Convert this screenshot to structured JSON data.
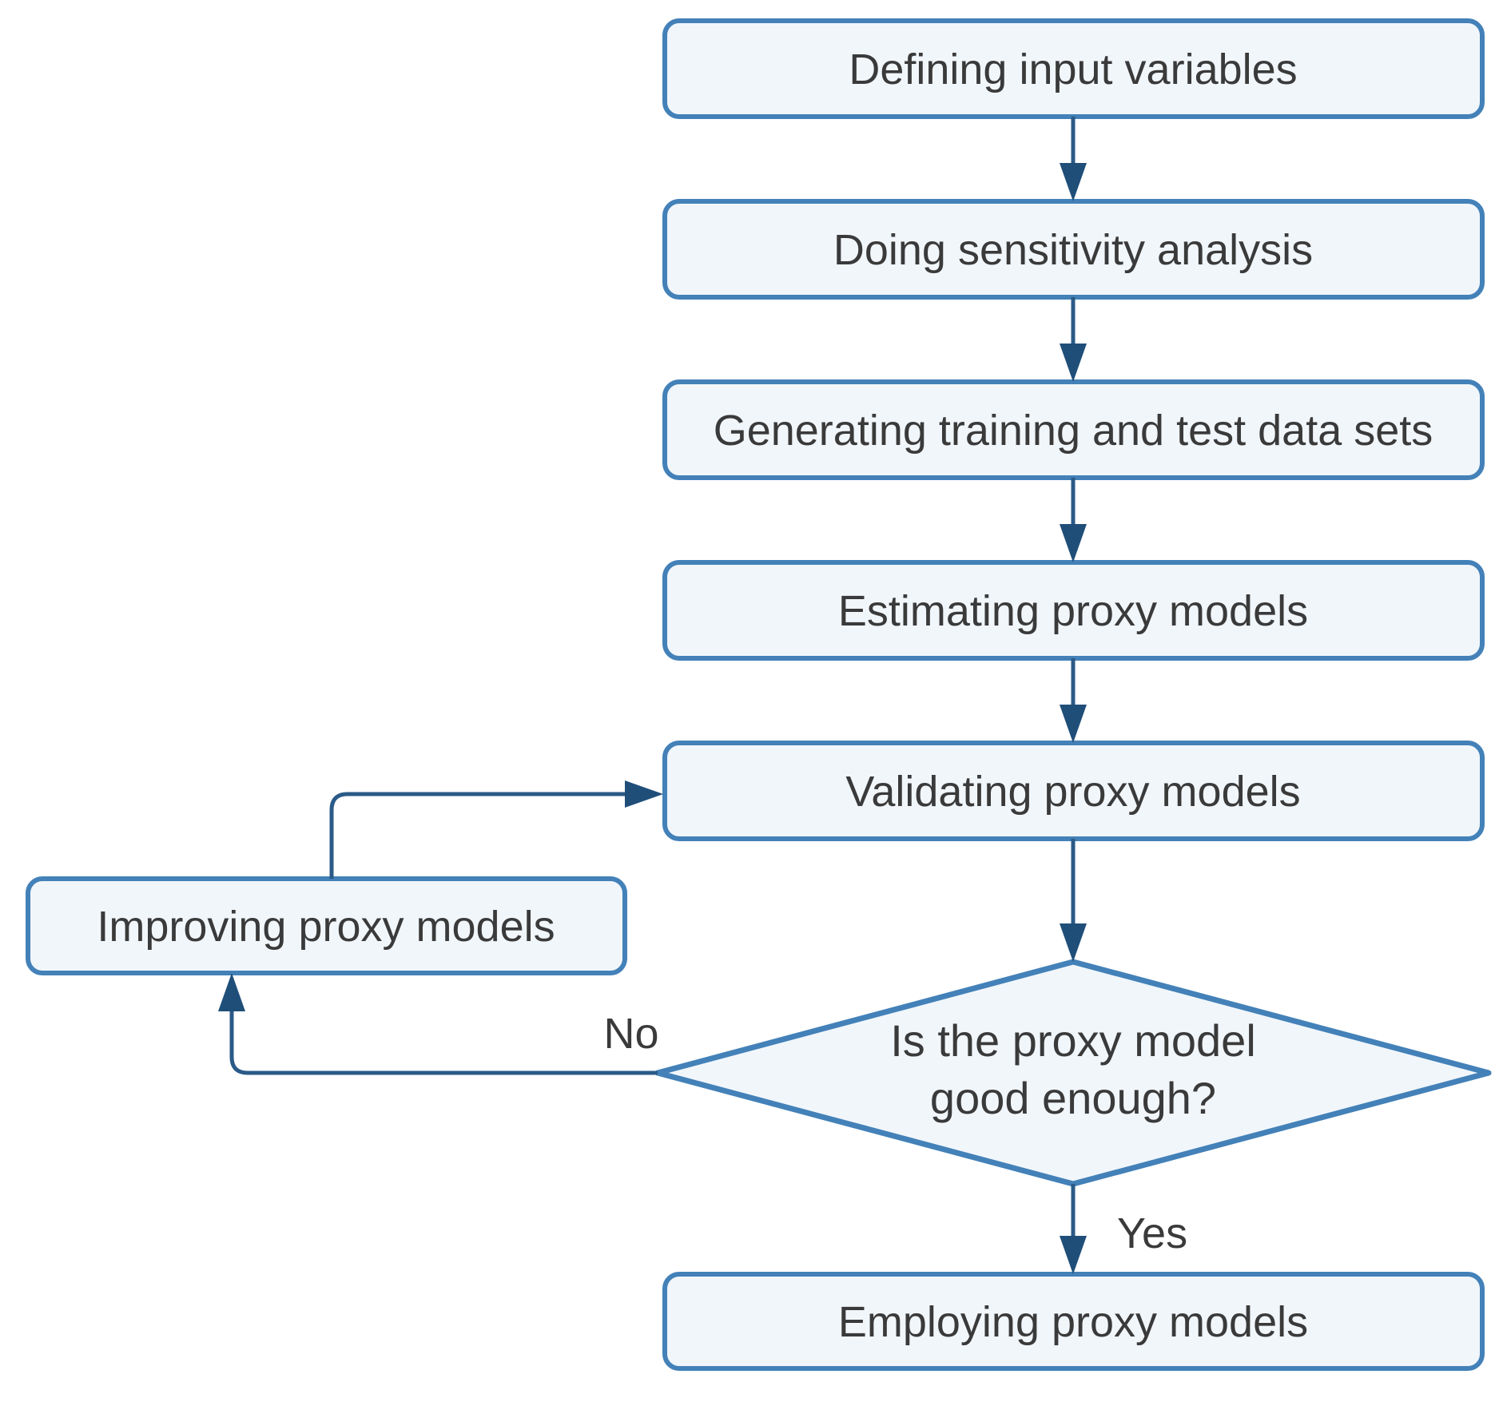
{
  "diagram": {
    "title": "Proxy model workflow flowchart",
    "colors": {
      "node_fill": "#f1f6fb",
      "node_border": "#4381b8",
      "connector": "#2a5a87",
      "arrowhead": "#1f4e79",
      "text": "#3a3a3a",
      "background": "#ffffff"
    },
    "nodes": {
      "step1": {
        "label": "Defining input variables"
      },
      "step2": {
        "label": "Doing sensitivity analysis"
      },
      "step3": {
        "label": "Generating training and test data sets"
      },
      "step4": {
        "label": "Estimating proxy models"
      },
      "step5": {
        "label": "Validating proxy models"
      },
      "decision": {
        "line1": "Is the proxy model",
        "line2": "good enough?"
      },
      "improve": {
        "label": "Improving proxy models"
      },
      "employ": {
        "label": "Employing proxy models"
      }
    },
    "edge_labels": {
      "no": "No",
      "yes": "Yes"
    }
  }
}
